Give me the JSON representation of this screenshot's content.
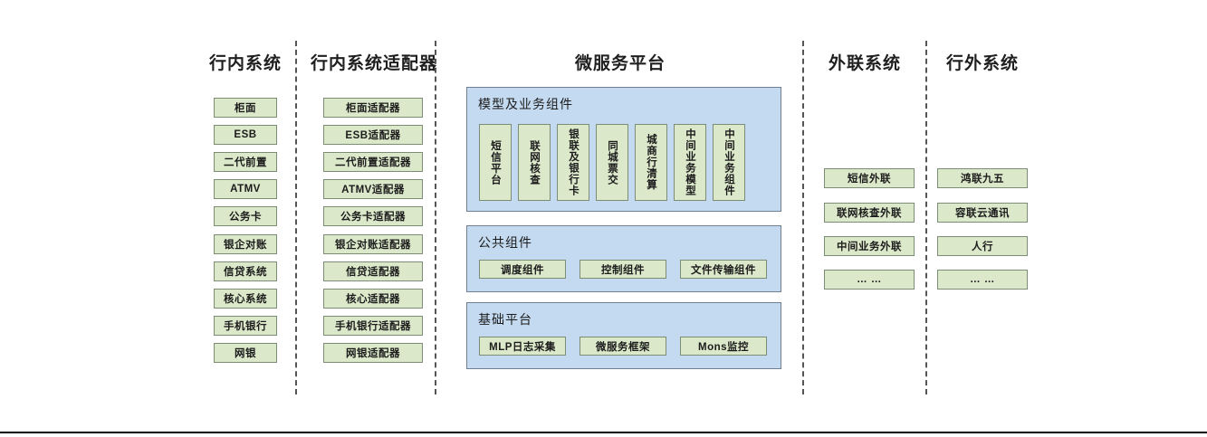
{
  "diagram": {
    "title_bank_systems": "行内系统",
    "title_bank_adapters": "行内系统适配器",
    "title_microservice": "微服务平台",
    "title_external_link": "外联系统",
    "title_outside_bank": "行外系统"
  },
  "columns": {
    "bank_systems": [
      "柜面",
      "ESB",
      "二代前置",
      "ATMV",
      "公务卡",
      "银企对账",
      "信贷系统",
      "核心系统",
      "手机银行",
      "网银"
    ],
    "bank_adapters": [
      "柜面适配器",
      "ESB适配器",
      "二代前置适配器",
      "ATMV适配器",
      "公务卡适配器",
      "银企对账适配器",
      "信贷适配器",
      "核心适配器",
      "手机银行适配器",
      "网银适配器"
    ],
    "external_link": [
      "短信外联",
      "联网核查外联",
      "中间业务外联",
      "… …"
    ],
    "outside_bank": [
      "鸿联九五",
      "容联云通讯",
      "人行",
      "… …"
    ]
  },
  "panels": {
    "model_business": {
      "title": "模型及业务组件",
      "items": [
        "短信平台",
        "联网核查",
        "银联及银行卡",
        "同城票交",
        "城商行清算",
        "中间业务模型",
        "中间业务组件"
      ]
    },
    "common": {
      "title": "公共组件",
      "items": [
        "调度组件",
        "控制组件",
        "文件传输组件"
      ]
    },
    "base_platform": {
      "title": "基础平台",
      "items": [
        "MLP日志采集",
        "微服务框架",
        "Mons监控"
      ]
    }
  },
  "colors": {
    "node_fill": "#dbe8ca",
    "node_border": "#7d8c74",
    "panel_fill": "#c3daf0",
    "panel_border": "#6f7f8f",
    "divider": "#555555",
    "text": "#1c1c1c"
  }
}
